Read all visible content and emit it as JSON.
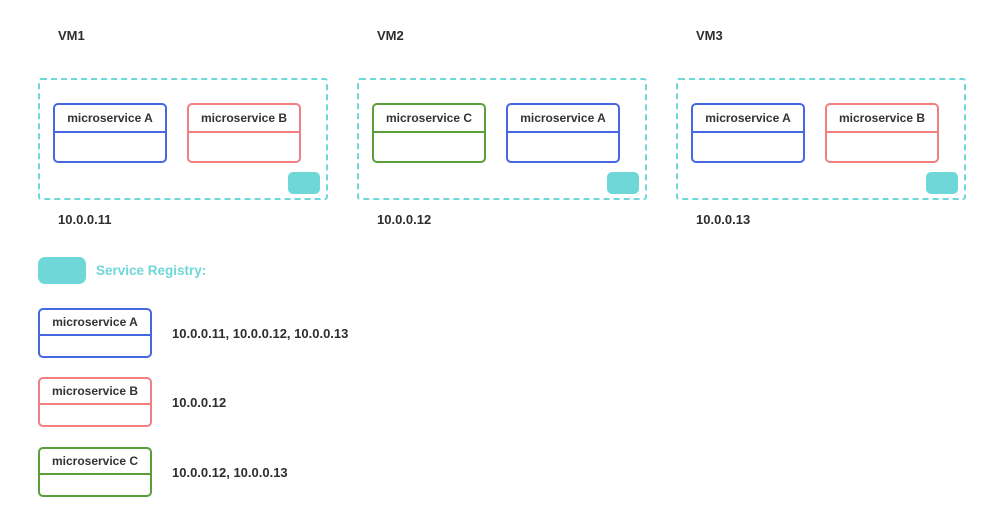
{
  "colors": {
    "teal": "#6fd7d8",
    "blue": "#4767e2",
    "red": "#f17f7f",
    "green": "#5b9e3c",
    "text": "#2e2e2e"
  },
  "vms": [
    {
      "label": "VM1",
      "ip": "10.0.0.11",
      "services": [
        {
          "name": "microservice A",
          "color": "#4767e2"
        },
        {
          "name": "microservice B",
          "color": "#f17f7f"
        }
      ]
    },
    {
      "label": "VM2",
      "ip": "10.0.0.12",
      "services": [
        {
          "name": "microservice C",
          "color": "#5b9e3c"
        },
        {
          "name": "microservice A",
          "color": "#4767e2"
        }
      ]
    },
    {
      "label": "VM3",
      "ip": "10.0.0.13",
      "services": [
        {
          "name": "microservice A",
          "color": "#4767e2"
        },
        {
          "name": "microservice B",
          "color": "#f17f7f"
        }
      ]
    }
  ],
  "registry": {
    "title": "Service Registry:",
    "rows": [
      {
        "service": "microservice A",
        "color": "#4767e2",
        "ips": "10.0.0.11, 10.0.0.12, 10.0.0.13"
      },
      {
        "service": "microservice B",
        "color": "#f17f7f",
        "ips": "10.0.0.12"
      },
      {
        "service": "microservice C",
        "color": "#5b9e3c",
        "ips": "10.0.0.12, 10.0.0.13"
      }
    ]
  }
}
